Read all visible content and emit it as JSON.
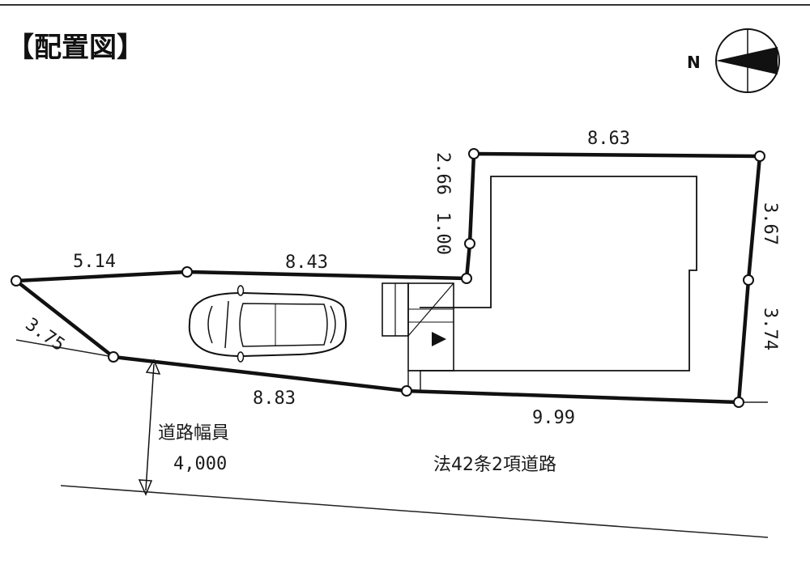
{
  "title": "【配置図】",
  "north_label": "N",
  "dimensions": {
    "d_514": "5.14",
    "d_843": "8.43",
    "d_375": "3.75",
    "d_883": "8.83",
    "d_999": "9.99",
    "d_863": "8.63",
    "d_266": "2.66",
    "d_100": "1.00",
    "d_367": "3.67",
    "d_374": "3.74"
  },
  "road": {
    "width_label": "道路幅員",
    "width_value": "4,000",
    "type_label": "法42条2項道路"
  }
}
